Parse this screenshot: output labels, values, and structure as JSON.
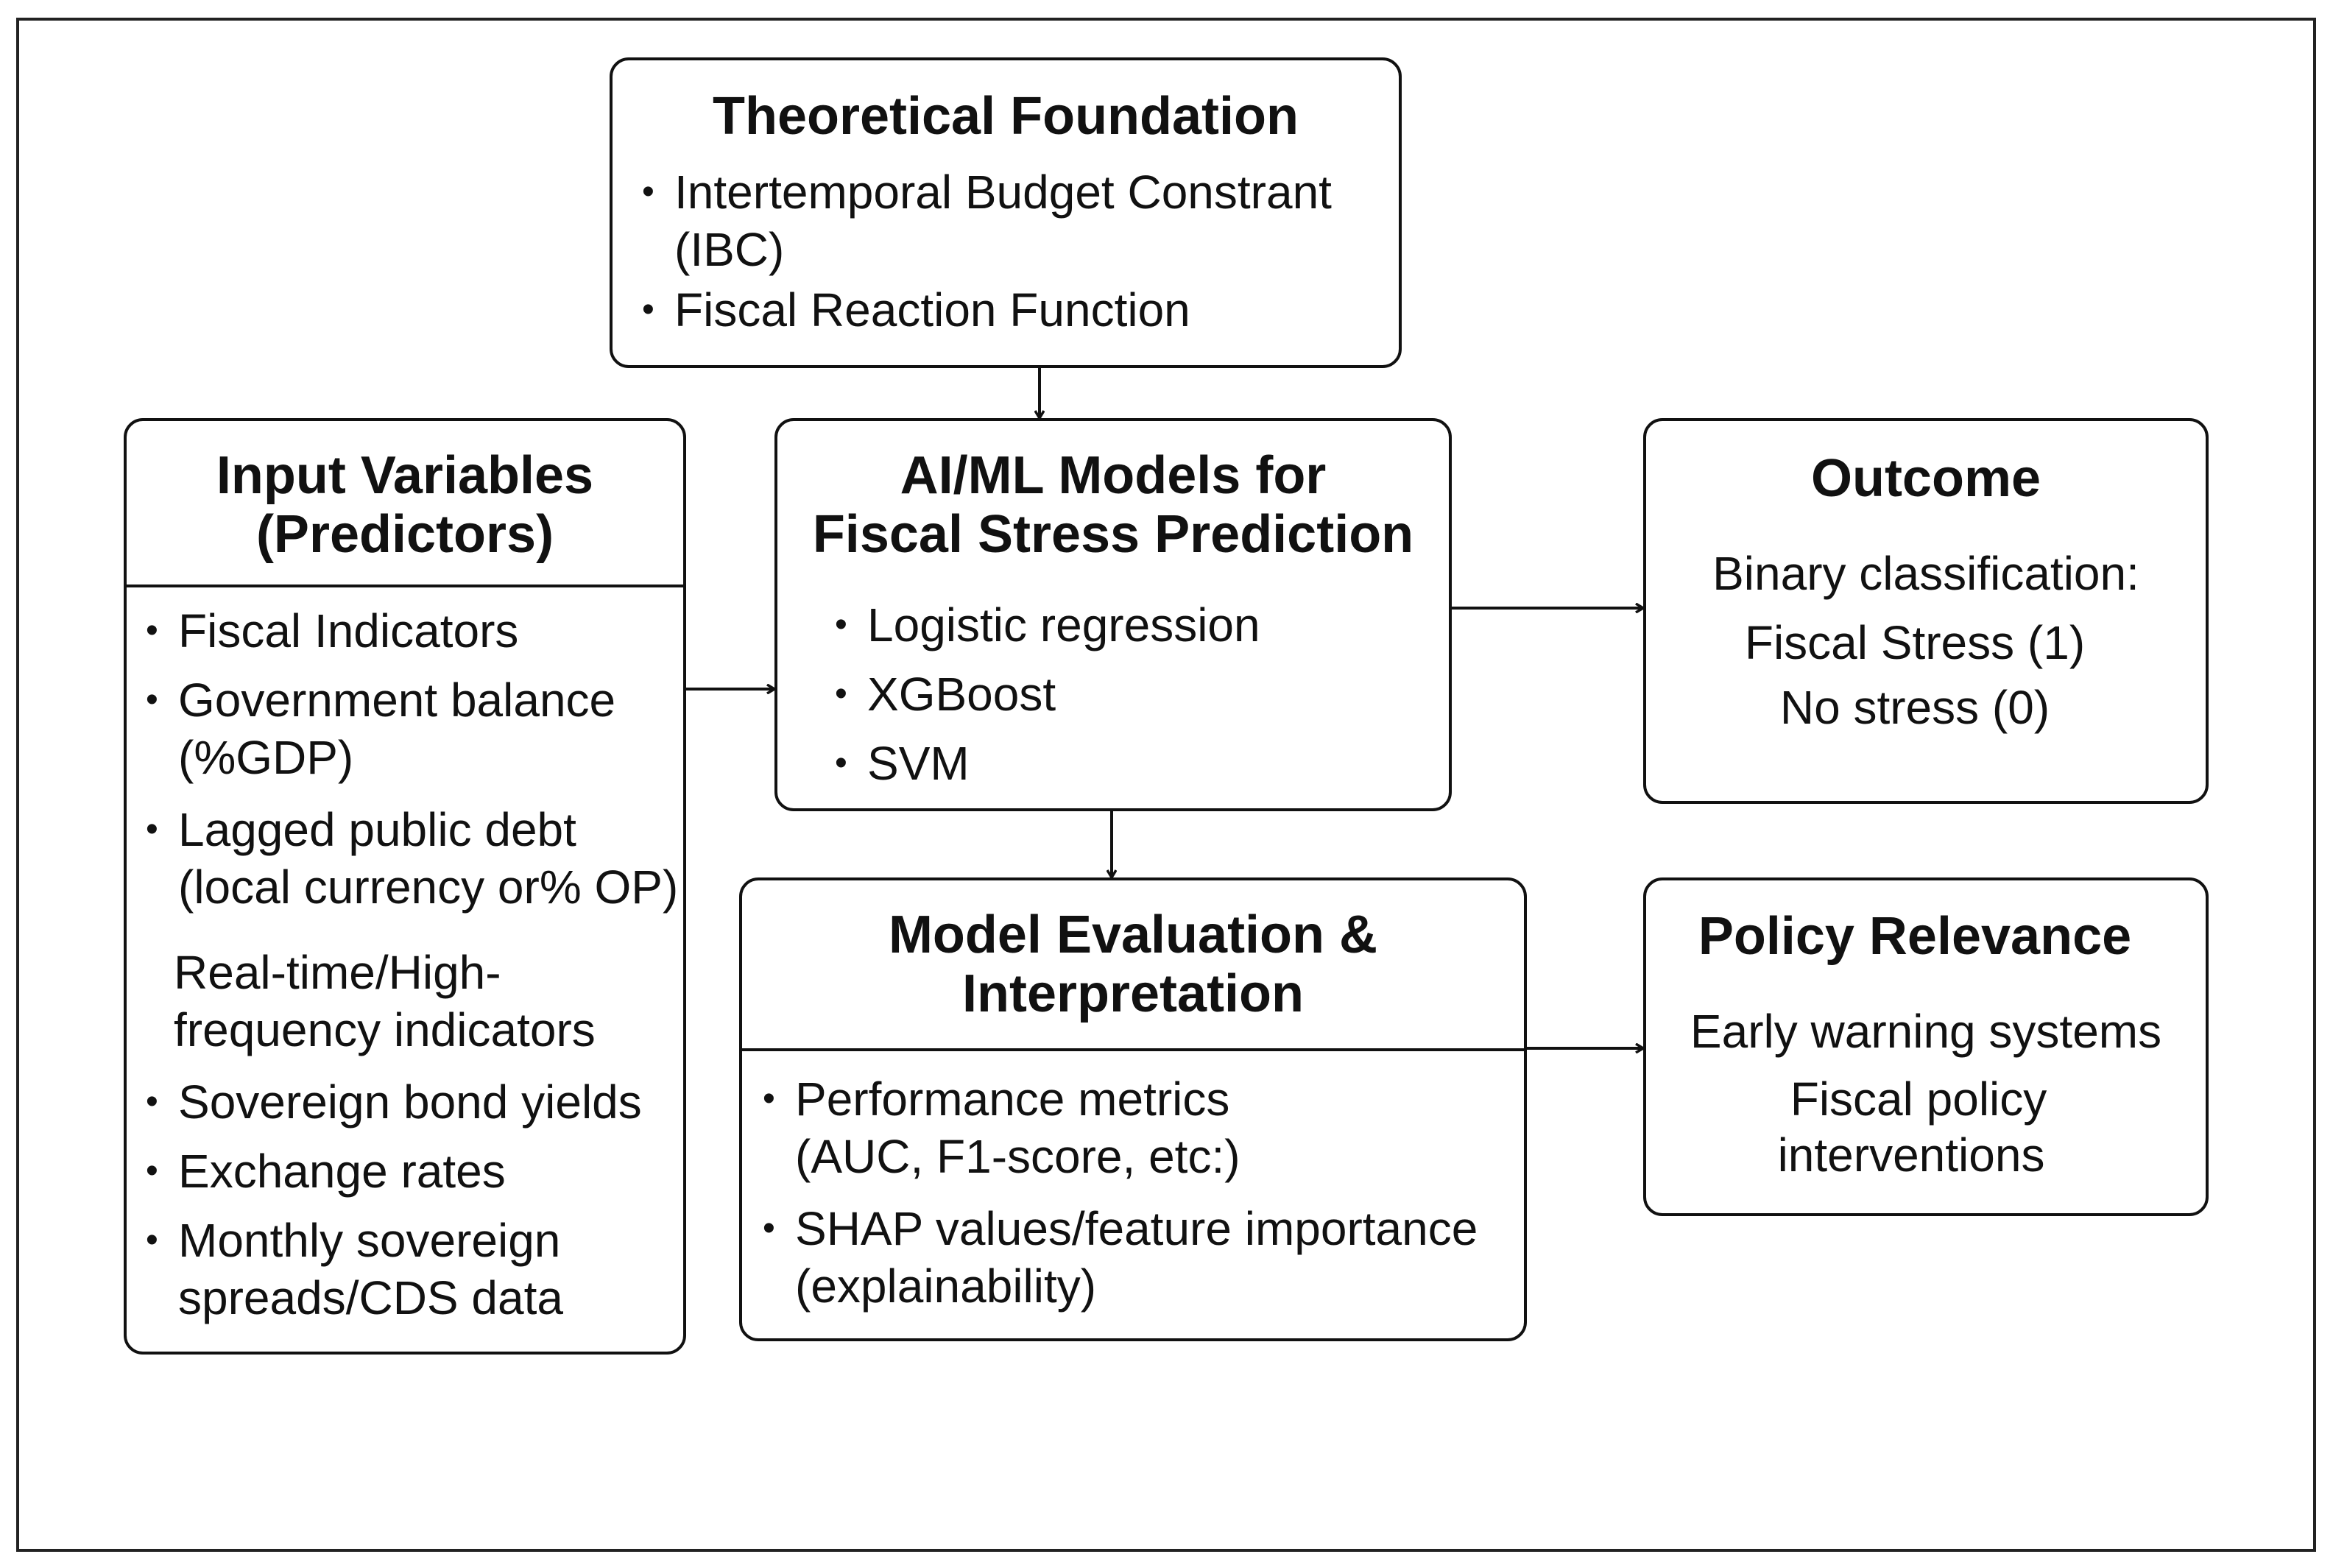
{
  "theoretical_foundation": {
    "title": "Theoretical Foundation",
    "items": [
      "Intertemporal Budget Constrant",
      "(IBC)",
      "Fiscal Reaction Function"
    ]
  },
  "input_variables": {
    "title_line1": "Input Variables",
    "title_line2": "(Predictors)",
    "items": [
      "Fiscal Indicators",
      "Government balance",
      "(%GDP)",
      "Lagged public debt",
      "(local currency or% OP)",
      "Real-time/High-",
      "frequency indicators",
      "Sovereign bond yields",
      "Exchange rates",
      "Monthly sovereign",
      "spreads/CDS data"
    ]
  },
  "models": {
    "title_line1": "AI/ML Models for",
    "title_line2": "Fiscal Stress Prediction",
    "items": [
      "Logistic regression",
      "XGBoost",
      "SVM"
    ]
  },
  "outcome": {
    "title": "Outcome",
    "lines": [
      "Binary classification:",
      "Fiscal Stress (1)",
      "No stress (0)"
    ]
  },
  "evaluation": {
    "title_line1": "Model Evaluation &",
    "title_line2": "Interpretation",
    "items": [
      "Performance metrics",
      "(AUC, F1-score, etc:)",
      "SHAP values/feature importance",
      "(explainability)"
    ]
  },
  "policy": {
    "title": "Policy Relevance",
    "lines": [
      "Early warning systems",
      "Fiscal policy",
      "interventions"
    ]
  },
  "bullet_glyph": "•"
}
